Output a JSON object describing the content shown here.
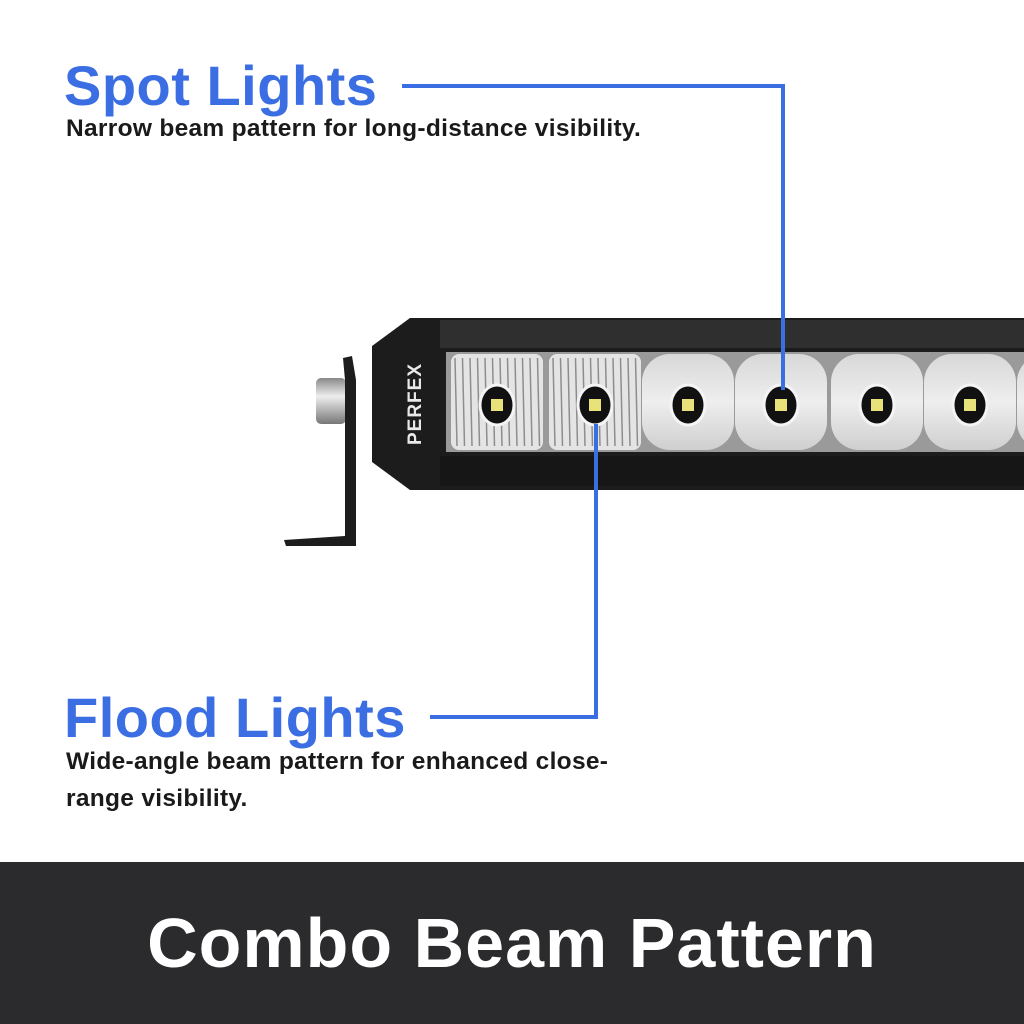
{
  "spot": {
    "title": "Spot Lights",
    "description": "Narrow beam pattern for long-distance visibility."
  },
  "flood": {
    "title": "Flood Lights",
    "description": "Wide-angle beam pattern for enhanced close-range visibility."
  },
  "product": {
    "brand": "PERFEX"
  },
  "footer": {
    "title": "Combo Beam Pattern"
  },
  "colors": {
    "accent": "#3b6ee2",
    "footer_bg": "#2b2b2d"
  }
}
